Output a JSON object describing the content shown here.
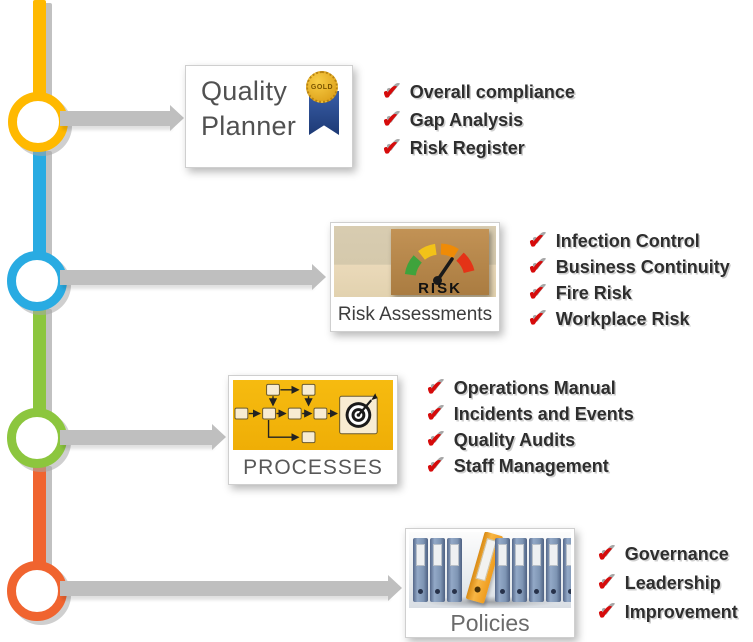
{
  "icons": {
    "check": "✔"
  },
  "steps": [
    {
      "name": "Quality Planner",
      "card_title_line1": "Quality",
      "card_title_line2": "Planner",
      "badge_label": "GOLD",
      "accent_color": "#FFB900",
      "items": [
        "Overall compliance",
        "Gap Analysis",
        "Risk Register"
      ]
    },
    {
      "name": "Risk Assessments",
      "card_title": "Risk Assessments",
      "photo_text": "RISK",
      "accent_color": "#29ABE2",
      "items": [
        "Infection Control",
        "Business Continuity",
        "Fire Risk",
        "Workplace Risk"
      ]
    },
    {
      "name": "Processes",
      "card_title": "PROCESSES",
      "accent_color": "#8CC63E",
      "items": [
        "Operations Manual",
        "Incidents and Events",
        "Quality Audits",
        "Staff Management"
      ]
    },
    {
      "name": "Policies",
      "card_title": "Policies",
      "accent_color": "#F0642F",
      "items": [
        "Governance",
        "Leadership",
        "Improvement"
      ]
    }
  ],
  "colors": {
    "arrow_gray": "#BFBFBF",
    "check_red": "#D60B0B",
    "step_yellow": "#FFB900",
    "step_blue": "#29ABE2",
    "step_green": "#8CC63E",
    "step_orange": "#F0642F"
  }
}
